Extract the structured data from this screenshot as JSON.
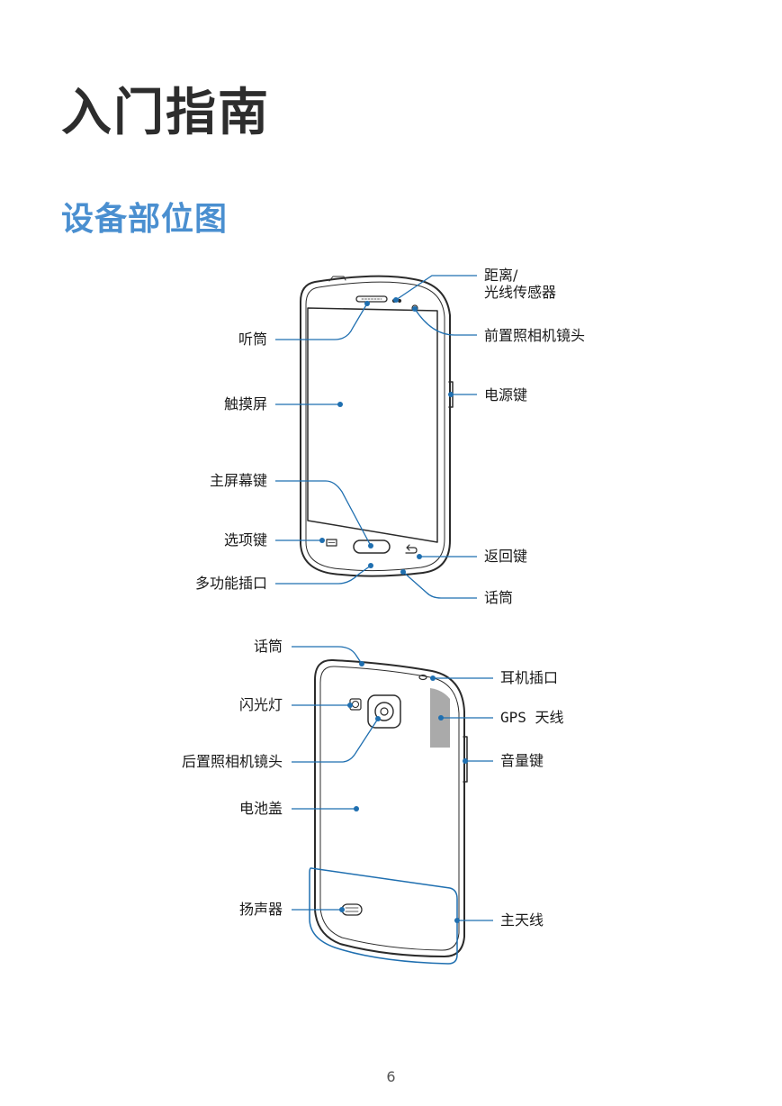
{
  "chapter_title": "入门指南",
  "section_title": "设备部位图",
  "front_labels": {
    "proximity_sensor": [
      "距离/",
      "光线传感器"
    ],
    "front_camera": "前置照相机镜头",
    "power_key": "电源键",
    "earpiece": "听筒",
    "touchscreen": "触摸屏",
    "home_key": "主屏幕键",
    "menu_key": "选项键",
    "multipurpose_jack": "多功能插口",
    "back_key": "返回键",
    "microphone": "话筒"
  },
  "back_labels": {
    "microphone": "话筒",
    "headset_jack": "耳机插口",
    "flash": "闪光灯",
    "gps_antenna": "GPS 天线",
    "rear_camera": "后置照相机镜头",
    "volume_key": "音量键",
    "back_cover": "电池盖",
    "speaker": "扬声器",
    "main_antenna": "主天线"
  },
  "page_number": "6",
  "colors": {
    "callout": "#1f6fb0",
    "section_title": "#4a8fd0",
    "device_outline": "#2b2b2b",
    "gps_area": "#aaaaaa"
  }
}
